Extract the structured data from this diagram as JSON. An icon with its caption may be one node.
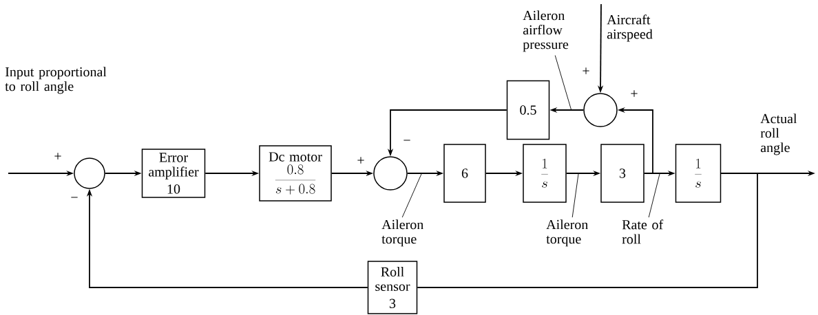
{
  "diagram": {
    "nodes": [
      {
        "text": [],
        "shape": "circle"
      },
      {
        "text": [
          "Error amplifier",
          "10"
        ]
      },
      {
        "text": [
          "Dc motor",
          "\\frac{0.8}{s + 0.8}"
        ]
      },
      {
        "text": [],
        "shape": "circle"
      },
      {
        "text": [
          "6"
        ]
      },
      {
        "text": [
          "\\frac{1}{s}"
        ]
      },
      {
        "text": [
          "3"
        ]
      },
      {
        "text": [
          "\\frac{1}{s}"
        ]
      },
      {
        "text": [
          "0.5"
        ]
      },
      {
        "text": [],
        "shape": "circle"
      },
      {
        "text": [
          "Roll sensor",
          "3"
        ]
      },
      {
        "text": [
          "Aileron airflow pressure"
        ]
      },
      {
        "text": [
          "Aileron torque"
        ]
      },
      {
        "text": [
          "Aileron torque"
        ]
      },
      {
        "text": [
          "Rate of roll"
        ]
      }
    ],
    "edges": [
      {
        "from": null,
        "to": 0,
        "arrow": "to"
      },
      {
        "from": 0,
        "to": 1,
        "arrow": "to"
      },
      {
        "from": 1,
        "to": 2,
        "arrow": "to"
      },
      {
        "from": 2,
        "to": 3,
        "arrow": "to"
      },
      {
        "from": 3,
        "to": 4,
        "arrow": "to"
      },
      {
        "from": 4,
        "to": 5,
        "arrow": "to"
      },
      {
        "from": 5,
        "to": 6,
        "arrow": "to"
      },
      {
        "from": 6,
        "to": 7,
        "arrow": "to"
      },
      {
        "from": 7,
        "to": null,
        "arrow": "to"
      },
      {
        "from": 6,
        "to": 9,
        "arrow": "to"
      },
      {
        "from": 9,
        "to": 8,
        "arrow": "to"
      },
      {
        "from": 8,
        "to": 3,
        "arrow": "to"
      },
      {
        "from": null,
        "to": 9,
        "arrow": "to"
      },
      {
        "from": 7,
        "to": 10,
        "arrow": "none"
      },
      {
        "from": 10,
        "to": 0,
        "arrow": "to"
      },
      {
        "from": 11,
        "to": null,
        "arrow": "none"
      },
      {
        "from": 12,
        "to": null,
        "arrow": "none"
      },
      {
        "from": 13,
        "to": null,
        "arrow": "none"
      },
      {
        "from": 14,
        "to": null,
        "arrow": "none"
      }
    ],
    "labels": [
      "Aircraft airspeed",
      "+",
      "Input proportional to roll angle",
      "+",
      "Actual roll angle",
      "−",
      "+",
      "+",
      "−"
    ]
  }
}
